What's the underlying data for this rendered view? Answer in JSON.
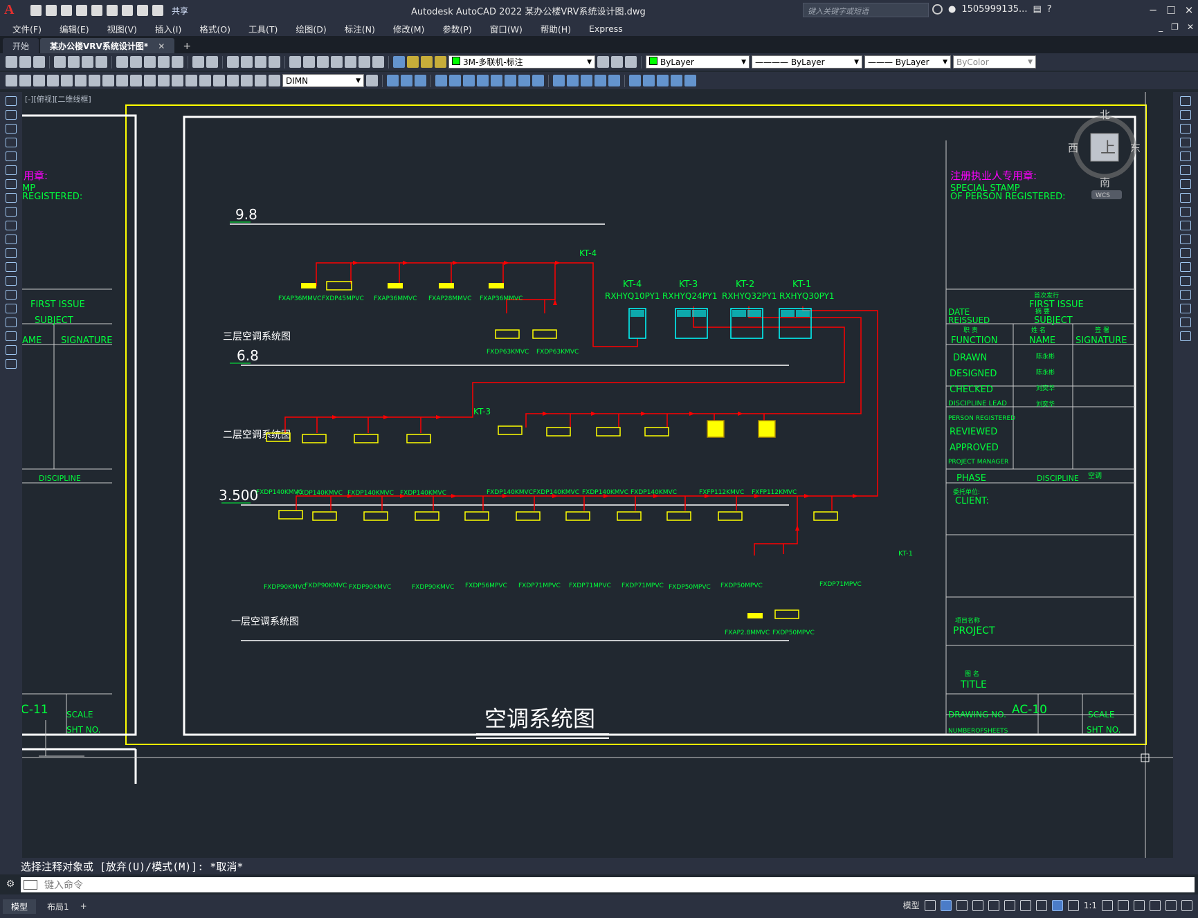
{
  "window": {
    "title": "Autodesk AutoCAD 2022    某办公楼VRV系统设计图.dwg",
    "share_label": "共享",
    "search_placeholder": "键入关键字或短语",
    "user": "1505999135...",
    "controls": [
      "─",
      "☐",
      "✕"
    ]
  },
  "menu": {
    "items": [
      "文件(F)",
      "编辑(E)",
      "视图(V)",
      "插入(I)",
      "格式(O)",
      "工具(T)",
      "绘图(D)",
      "标注(N)",
      "修改(M)",
      "参数(P)",
      "窗口(W)",
      "帮助(H)",
      "Express"
    ]
  },
  "tabs": {
    "items": [
      {
        "label": "开始",
        "active": false
      },
      {
        "label": "某办公楼VRV系统设计图*",
        "active": true
      }
    ],
    "close_glyph": "✕",
    "add_glyph": "+"
  },
  "toolbar": {
    "layer_value": "3M-多联机-标注",
    "color_value": "ByLayer",
    "linetype_value": "———— ByLayer",
    "lineweight_value": "——— ByLayer",
    "plotstyle_value": "ByColor",
    "dimstyle_value": "DIMN"
  },
  "viewport": {
    "label": "[-][俯视][二维线框]"
  },
  "viewcube": {
    "north": "北",
    "south": "南",
    "east": "东",
    "west": "西",
    "face": "上",
    "wcs": "WCS"
  },
  "drawing": {
    "main_title": "空调系统图",
    "levels": {
      "l3": "9.8",
      "l2": "6.8",
      "l1": "3.500"
    },
    "floor_titles": {
      "f3": "三层空调系统图",
      "f2": "二层空调系统图",
      "f1": "一层空调系统图"
    },
    "outdoor_units": [
      {
        "tag": "KT-4",
        "model": "RXHYQ10PY1"
      },
      {
        "tag": "KT-3",
        "model": "RXHYQ24PY1"
      },
      {
        "tag": "KT-2",
        "model": "RXHYQ32PY1"
      },
      {
        "tag": "KT-1",
        "model": "RXHYQ30PY1"
      }
    ],
    "system_tags": {
      "kt4_top": "KT-4",
      "kt3_mid": "KT-3",
      "kt1_side": "KT-1"
    },
    "floor3_units": [
      "FXAP36MMVC",
      "FXDP45MPVC",
      "FXAP36MMVC",
      "FXAP28MMVC",
      "FXAP36MMVC"
    ],
    "floor3_lower_units": [
      "FXDP63KMVC",
      "FXDP63KMVC"
    ],
    "floor2_left_units": [
      "FXDP140KMVC",
      "FXDP140KMVC",
      "FXDP140KMVC",
      "FXDP140KMVC"
    ],
    "floor2_right_units": [
      "FXDP140KMVC",
      "FXDP140KMVC",
      "FXDP140KMVC",
      "FXDP140KMVC",
      "FXFP112KMVC",
      "FXFP112KMVC"
    ],
    "floor1_units": [
      "FXDP90KMVC",
      "FXDP90KMVC",
      "FXDP90KMVC",
      "FXDP90KMVC",
      "FXDP56MPVC",
      "FXDP71MPVC",
      "FXDP71MPVC",
      "FXDP71MPVC",
      "FXDP50MPVC",
      "FXDP50MPVC",
      "FXDP71MPVC"
    ],
    "floor1_lower_units": [
      "FXAP2.8MMVC",
      "FXDP50MPVC"
    ]
  },
  "titleblock": {
    "stamp_cn": "注册执业人专用章:",
    "stamp_en1": "SPECIAL STAMP",
    "stamp_en2": "OF PERSON REGISTERED:",
    "first_issue_cn": "首次发行",
    "first_issue": "FIRST ISSUE",
    "reissued": "REISSUED",
    "date": "DATE",
    "subject_cn": "摘 要",
    "subject": "SUBJECT",
    "function_cn": "职 责",
    "function": "FUNCTION",
    "name_cn": "姓 名",
    "name": "NAME",
    "signature_cn": "签 署",
    "signature": "SIGNATURE",
    "drawn": "DRAWN",
    "designed": "DESIGNED",
    "checked": "CHECKED",
    "discipline_lead": "DISCIPLINE LEAD",
    "person_registered": "PERSON REGISTERED",
    "reviewed": "REVIEWED",
    "approved": "APPROVED",
    "project_manager": "PROJECT MANAGER",
    "phase": "PHASE",
    "discipline": "DISCIPLINE",
    "discipline_value": "空调",
    "client_cn": "委托单位:",
    "client": "CLIENT:",
    "project_cn": "项目名称",
    "project": "PROJECT",
    "title_cn": "图 名",
    "title": "TITLE",
    "drawing_no": "DRAWING NO.",
    "drawing_no_value": "AC-10",
    "scale": "SCALE",
    "sheets": "NUMBEROFSHEETS",
    "sht_no": "SHT NO.",
    "names": [
      "陈永彬",
      "陈永彬",
      "刘奕华",
      "刘奕华"
    ],
    "left_partial": {
      "stamp_cn": "用章:",
      "stamp_en1": "MP",
      "stamp_en2": "REGISTERED:",
      "first_issue": "FIRST ISSUE",
      "subject": "SUBJECT",
      "name": "AME",
      "signature": "SIGNATURE",
      "discipline": "DISCIPLINE",
      "drawing_no_value": "C-11",
      "scale": "SCALE",
      "sht_no": "SHT NO."
    }
  },
  "command": {
    "history": "选择注释对象或 [放弃(U)/模式(M)]: *取消*",
    "placeholder": "键入命令"
  },
  "status": {
    "layout_tabs": [
      "模型",
      "布局1"
    ],
    "model_label": "模型",
    "scale": "1:1"
  },
  "colors": {
    "background": "#212830",
    "cad_green": "#00ff3c",
    "cad_red": "#ff0000",
    "cad_yellow": "#ffff00",
    "cad_cyan": "#00ffff",
    "cad_magenta": "#ff00ff"
  }
}
